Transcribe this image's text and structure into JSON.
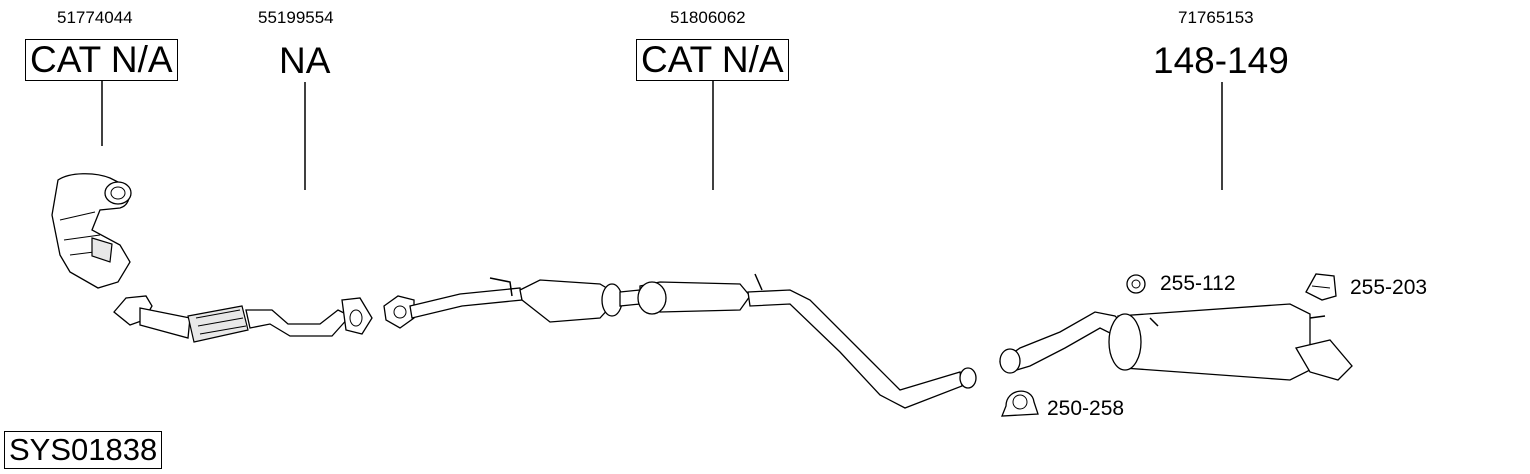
{
  "parts": [
    {
      "part_number": "51774044",
      "label": "CAT N/A"
    },
    {
      "part_number": "55199554",
      "label": "NA"
    },
    {
      "part_number": "51806062",
      "label": "CAT N/A"
    },
    {
      "part_number": "71765153",
      "label": "148-149"
    }
  ],
  "accessories": [
    {
      "label": "255-112",
      "icon": "rubber-mount-icon"
    },
    {
      "label": "255-203",
      "icon": "hanger-bracket-icon"
    },
    {
      "label": "250-258",
      "icon": "clamp-icon"
    }
  ],
  "system_code": "SYS01838"
}
